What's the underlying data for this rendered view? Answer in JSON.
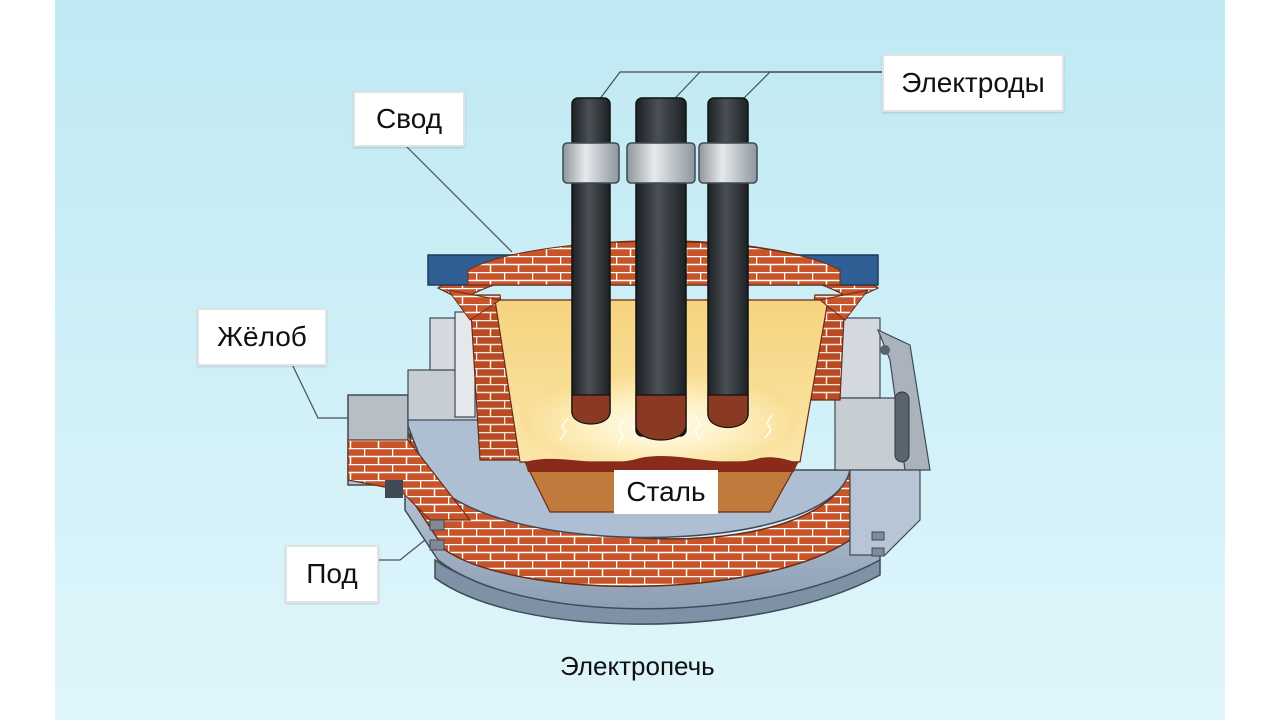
{
  "labels": {
    "roof": "Свод",
    "electrodes": "Электроды",
    "spout": "Жёлоб",
    "steel": "Сталь",
    "hearth": "Под"
  },
  "caption": "Электропечь",
  "colors": {
    "background_top": "#bfe9f3",
    "background_bottom": "#dcf4fa",
    "brick": "#c8552a",
    "mortar": "#ffffff",
    "blue_beam": "#2f5f94",
    "electrode": "#2b2f33",
    "electrode_tip": "#8a3a22",
    "furnace_inner": "#f7d98a",
    "steel_melt": "#8a2a1a",
    "slag": "#c47a3a",
    "shell_grey": "#a9b2ba",
    "shell_blue": "#b9cbe0"
  }
}
